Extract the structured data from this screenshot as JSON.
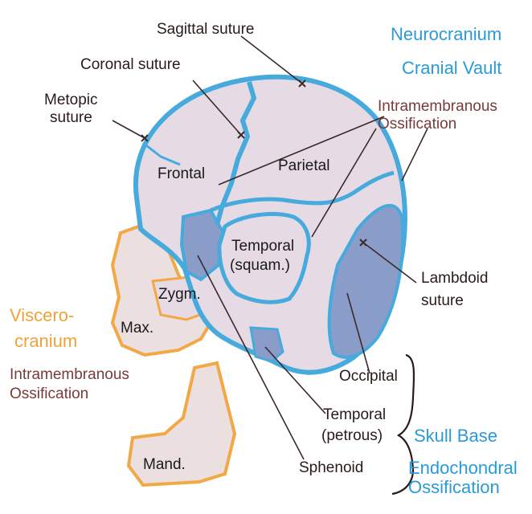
{
  "labels": {
    "sagittal_suture": "Sagittal suture",
    "coronal_suture": "Coronal suture",
    "metopic_suture_line1": "Metopic",
    "metopic_suture_line2": "suture",
    "neurocranium": "Neurocranium",
    "cranial_vault": "Cranial Vault",
    "vault_ossification_line1": "Intramembranous",
    "vault_ossification_line2": "Ossification",
    "frontal": "Frontal",
    "parietal": "Parietal",
    "temporal_squam_line1": "Temporal",
    "temporal_squam_line2": "(squam.)",
    "zygomatic": "Zygm.",
    "maxilla": "Max.",
    "mandible": "Mand.",
    "lambdoid_suture_line1": "Lambdoid",
    "lambdoid_suture_line2": "suture",
    "viscerocranium_line1": "Viscero-",
    "viscerocranium_line2": "cranium",
    "visc_ossification_line1": "Intramembranous",
    "visc_ossification_line2": "Ossification",
    "occipital": "Occipital",
    "temporal_petrous_line1": "Temporal",
    "temporal_petrous_line2": "(petrous)",
    "sphenoid": "Sphenoid",
    "skull_base": "Skull Base",
    "base_ossification_line1": "Endochondral",
    "base_ossification_line2": "Ossification"
  },
  "colors": {
    "vault_fill": "#e6dbe4",
    "vault_outline": "#46aadc",
    "base_fill": "#8a9cc8",
    "face_fill": "#ecdfe0",
    "face_outline": "#f2a844",
    "leader_line": "#3a2a2a"
  }
}
